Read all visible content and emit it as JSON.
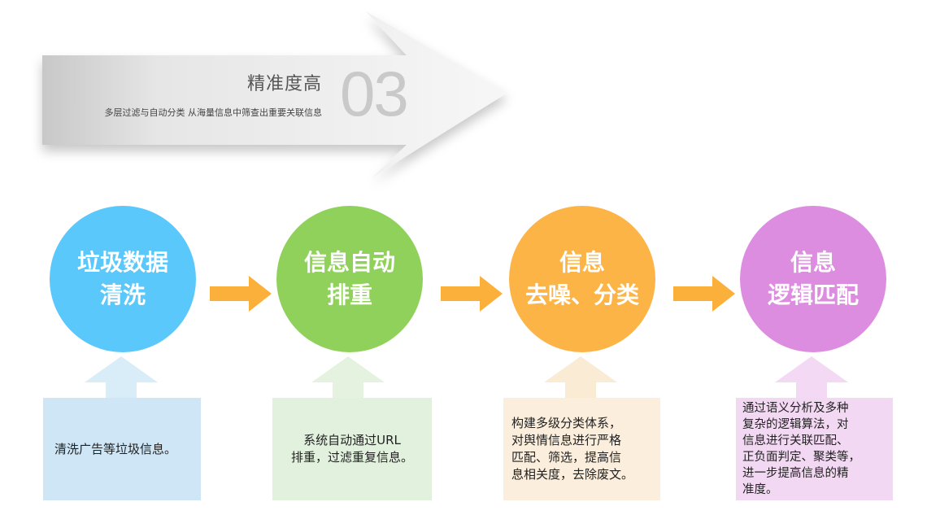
{
  "banner": {
    "title": "精准度高",
    "subtitle": "多层过滤与自动分类 从海量信息中筛查出重要关联信息",
    "number": "03"
  },
  "steps": [
    {
      "line1": "垃圾数据",
      "line2": "清洗",
      "color": "#5ac8fa",
      "desc": [
        "清洗广告等垃圾信息。"
      ],
      "desc_bg": "#cfe6f6",
      "desc_arrow": "#d9edf8"
    },
    {
      "line1": "信息自动",
      "line2": "排重",
      "color": "#8fd15a",
      "desc": [
        "系统自动通过URL",
        "排重，过滤重复信息。"
      ],
      "desc_bg": "#e2f0de",
      "desc_arrow": "#e4f2df"
    },
    {
      "line1": "信息",
      "line2": "去噪、分类",
      "color": "#fdb447",
      "desc": [
        "构建多级分类体系，",
        "对舆情信息进行严格",
        "匹配、筛选，提高信",
        "息相关度，去除废文。"
      ],
      "desc_bg": "#fbeedc",
      "desc_arrow": "#faebd5"
    },
    {
      "line1": "信息",
      "line2": "逻辑匹配",
      "color": "#dd8de0",
      "desc": [
        "通过语义分析及多种",
        "复杂的逻辑算法，对",
        "信息进行关联匹配、",
        "正负面判定、聚类等，",
        "进一步提高信息的精",
        "准度。"
      ],
      "desc_bg": "#f3d8f3",
      "desc_arrow": "#f3d9f3"
    }
  ],
  "colors": {
    "flow_arrow": "#fbb03b"
  }
}
